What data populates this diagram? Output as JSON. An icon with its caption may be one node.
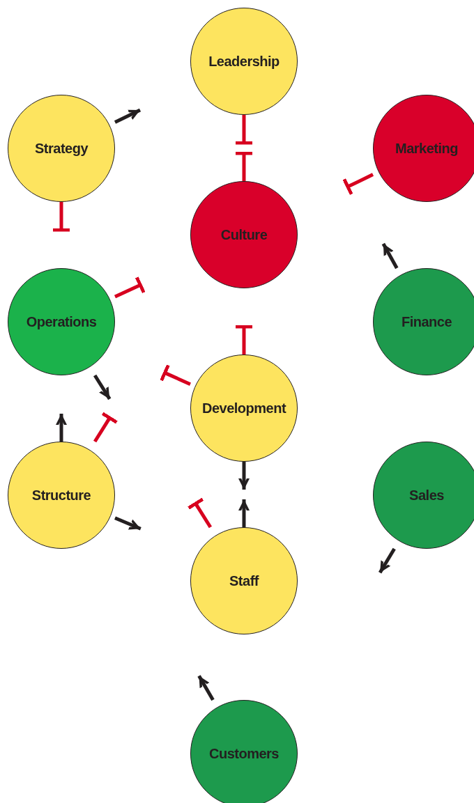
{
  "diagram": {
    "nodes": [
      {
        "text": [
          "Leadership"
        ]
      },
      {
        "text": [
          "Strategy"
        ]
      },
      {
        "text": [
          "Marketing"
        ]
      },
      {
        "text": [
          "Culture"
        ]
      },
      {
        "text": [
          "Operations"
        ]
      },
      {
        "text": [
          "Finance"
        ]
      },
      {
        "text": [
          "Development"
        ]
      },
      {
        "text": [
          "Structure"
        ]
      },
      {
        "text": [
          "Sales"
        ]
      },
      {
        "text": [
          "Staff"
        ]
      },
      {
        "text": [
          "Customers"
        ]
      }
    ],
    "edges": [
      {
        "from": 0,
        "to": null,
        "arrow": "other",
        "color": "#d7001f"
      },
      {
        "from": 1,
        "to": null,
        "arrow": "to",
        "color": "#231f20"
      },
      {
        "from": 1,
        "to": null,
        "arrow": "other",
        "color": "#d7001f"
      },
      {
        "from": 2,
        "to": null,
        "arrow": "other",
        "color": "#d7001f"
      },
      {
        "from": 3,
        "to": null,
        "arrow": "other",
        "color": "#d7001f"
      },
      {
        "from": 4,
        "to": null,
        "arrow": "other",
        "color": "#d7001f"
      },
      {
        "from": 4,
        "to": null,
        "arrow": "to",
        "color": "#231f20"
      },
      {
        "from": 5,
        "to": null,
        "arrow": "to",
        "color": "#231f20"
      },
      {
        "from": 6,
        "to": null,
        "arrow": "other",
        "color": "#d7001f"
      },
      {
        "from": 6,
        "to": null,
        "arrow": "other",
        "color": "#d7001f"
      },
      {
        "from": 6,
        "to": null,
        "arrow": "to",
        "color": "#231f20"
      },
      {
        "from": 7,
        "to": null,
        "arrow": "to",
        "color": "#231f20"
      },
      {
        "from": 7,
        "to": null,
        "arrow": "other",
        "color": "#d7001f"
      },
      {
        "from": 7,
        "to": null,
        "arrow": "to",
        "color": "#231f20"
      },
      {
        "from": 8,
        "to": null,
        "arrow": "to",
        "color": "#231f20"
      },
      {
        "from": 9,
        "to": null,
        "arrow": "to",
        "color": "#231f20"
      },
      {
        "from": 9,
        "to": null,
        "arrow": "other",
        "color": "#d7001f"
      },
      {
        "from": 10,
        "to": null,
        "arrow": "to",
        "color": "#231f20"
      }
    ]
  }
}
